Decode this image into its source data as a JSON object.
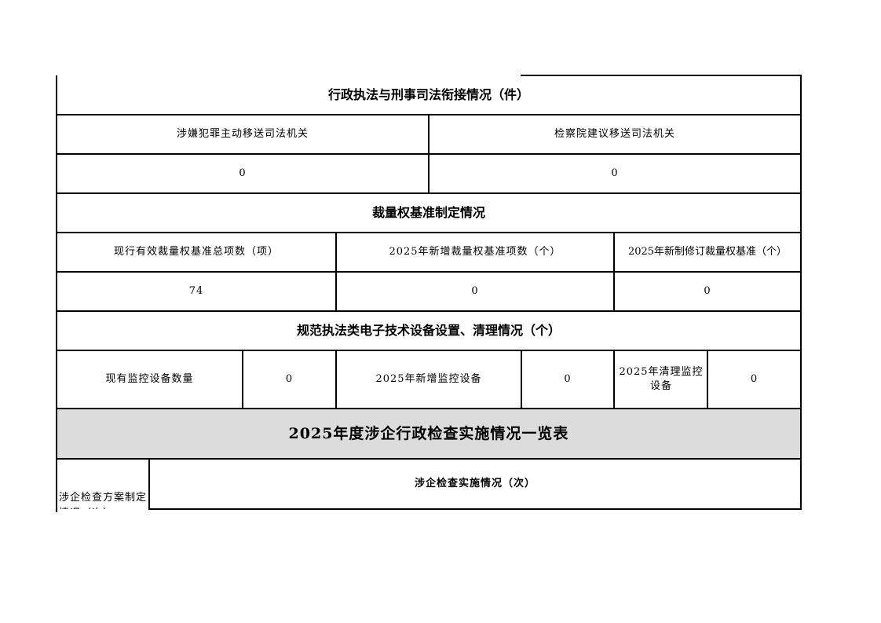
{
  "section1": {
    "title": "行政执法与刑事司法衔接情况（件）",
    "headers": [
      "涉嫌犯罪主动移送司法机关",
      "检察院建议移送司法机关"
    ],
    "values": [
      "0",
      "0"
    ]
  },
  "section2": {
    "title": "裁量权基准制定情况",
    "headers": [
      "现行有效裁量权基准总项数（项）",
      "2025年新增裁量权基准项数（个）",
      "2025年新制修订裁量权基准（个）"
    ],
    "values": [
      "74",
      "0",
      "0"
    ]
  },
  "section3": {
    "title": "规范执法类电子技术设备设置、清理情况（个）",
    "items": [
      {
        "label": "现有监控设备数量",
        "value": "0"
      },
      {
        "label": "2025年新增监控设备",
        "value": "0"
      },
      {
        "label": "2025年清理监控设备",
        "value": "0"
      }
    ]
  },
  "section4": {
    "title": "2025年度涉企行政检查实施情况一览表",
    "left_header": "涉企检查方案制定情况（次）",
    "right_header": "涉企检查实施情况（次）"
  }
}
